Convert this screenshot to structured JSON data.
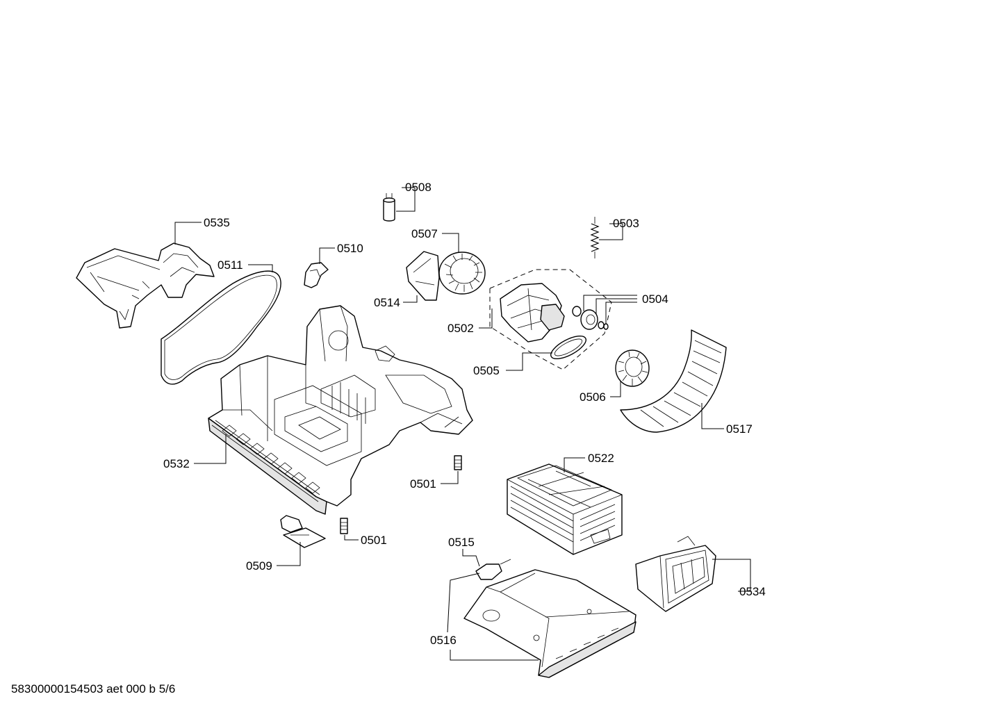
{
  "diagram": {
    "labels": {
      "p0501a": "0501",
      "p0501b": "0501",
      "p0502": "0502",
      "p0503": "0503",
      "p0504": "0504",
      "p0505": "0505",
      "p0506": "0506",
      "p0507": "0507",
      "p0508": "0508",
      "p0509": "0509",
      "p0510": "0510",
      "p0511": "0511",
      "p0514": "0514",
      "p0515": "0515",
      "p0516": "0516",
      "p0517": "0517",
      "p0522": "0522",
      "p0532": "0532",
      "p0534": "0534",
      "p0535": "0535"
    },
    "footer": "58300000154503 aet 000 b 5/6"
  }
}
